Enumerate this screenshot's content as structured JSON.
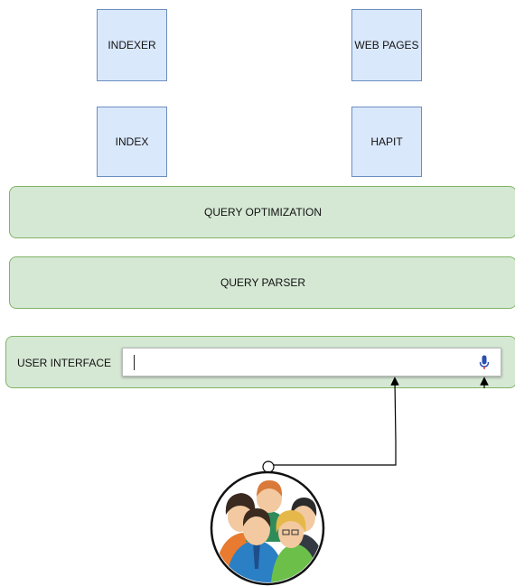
{
  "boxes": {
    "indexer": "INDEXER",
    "web_pages": "WEB PAGES",
    "index": "INDEX",
    "hapit": "HAPIT"
  },
  "layers": {
    "query_optimization": "QUERY OPTIMIZATION",
    "query_parser": "QUERY PARSER",
    "user_interface": "USER INTERFACE"
  },
  "search_box": {
    "value": "",
    "icon": "microphone-icon"
  },
  "users_icon": "user-group-icon",
  "colors": {
    "box_fill": "#dae8fc",
    "box_border": "#6c8ebf",
    "layer_fill": "#d5e8d4",
    "layer_border": "#82b366",
    "mic_blue": "#2a4fb0",
    "mic_red": "#d93025"
  }
}
